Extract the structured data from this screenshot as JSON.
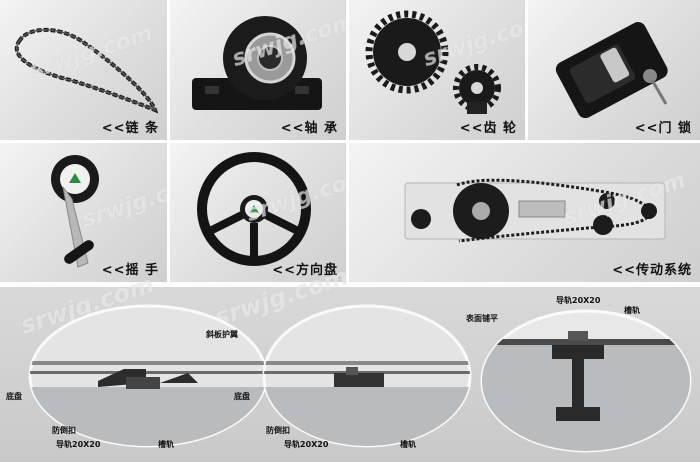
{
  "tiles": [
    {
      "caption": "<<链 条",
      "icon": "chain-icon"
    },
    {
      "caption": "<<轴 承",
      "icon": "bearing-icon"
    },
    {
      "caption": "<<齿 轮",
      "icon": "gear-icon"
    },
    {
      "caption": "<<门 锁",
      "icon": "lock-icon"
    },
    {
      "caption": "<<摇 手",
      "icon": "crank-handle-icon"
    },
    {
      "caption": "<<方向盘",
      "icon": "steering-wheel-icon"
    },
    {
      "caption": "<<传动系统",
      "icon": "drive-system-icon"
    }
  ],
  "watermark": "srwjg.com",
  "diagrams": {
    "left": {
      "labels": [
        "斜板护翼",
        "底盘",
        "防倒扣",
        "导轨20X20",
        "槽轨"
      ]
    },
    "middle": {
      "labels": [
        "底盘",
        "防倒扣",
        "导轨20X20",
        "槽轨"
      ]
    },
    "right": {
      "labels": [
        "导轨20X20",
        "表面铺平",
        "槽轨"
      ]
    }
  },
  "colors": {
    "tile_bg": "#dcdcdc",
    "concrete": "#b9bcbf",
    "steel": "#3a3a3a",
    "logo_green": "#2e8b3e"
  }
}
